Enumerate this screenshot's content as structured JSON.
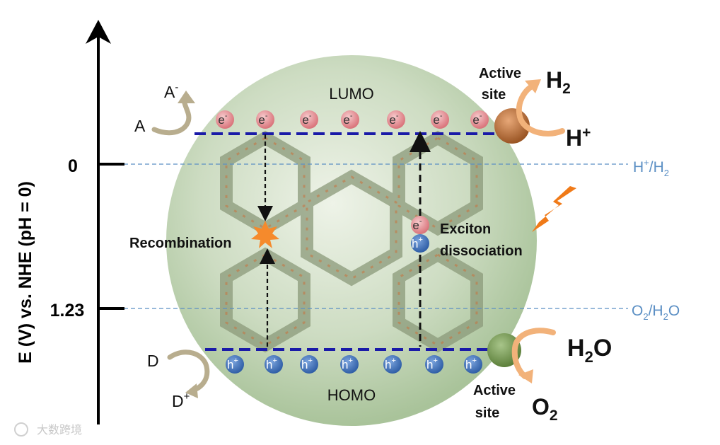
{
  "axis": {
    "label": "E (V) vs. NHE (pH = 0)",
    "tick_0": "0",
    "tick_123": "1.23"
  },
  "references": {
    "hplus_h2": {
      "main": "H",
      "sup": "+",
      "tail": "/H",
      "sub": "2"
    },
    "o2_h2o": {
      "a": "O",
      "sub1": "2",
      "b": "/H",
      "sub2": "2",
      "c": "O"
    }
  },
  "levels": {
    "lumo": "LUMO",
    "homo": "HOMO"
  },
  "charges": {
    "electron": {
      "base": "e",
      "sup": "-"
    },
    "hole": {
      "base": "h",
      "sup": "+"
    }
  },
  "donors": {
    "a": "A",
    "a_minus": {
      "base": "A",
      "sup": "-"
    },
    "d": "D",
    "d_plus": {
      "base": "D",
      "sup": "+"
    }
  },
  "processes": {
    "recombination": "Recombination",
    "exciton_line1": "Exciton",
    "exciton_line2": "dissociation"
  },
  "reactions": {
    "active_site_top_l1": "Active",
    "active_site_top_l2": "site",
    "h2": {
      "base": "H",
      "sub": "2"
    },
    "hplus": {
      "base": "H",
      "sup": "+"
    },
    "h2o": {
      "a": "H",
      "sub": "2",
      "b": "O"
    },
    "o2": {
      "base": "O",
      "sub": "2"
    },
    "active_site_bottom_l1": "Active",
    "active_site_bottom_l2": "site"
  },
  "watermark": "大数跨境",
  "colors": {
    "level_line": "#1a1aa8",
    "ref_line": "#5b8fc4",
    "electron": "#e3868b",
    "hole": "#3f6fb8",
    "sphere": "#c4d7b7",
    "curved_arrow": "#b8ad8e",
    "orange_arrow": "#f2b27a",
    "lightning": "#f07a18"
  }
}
